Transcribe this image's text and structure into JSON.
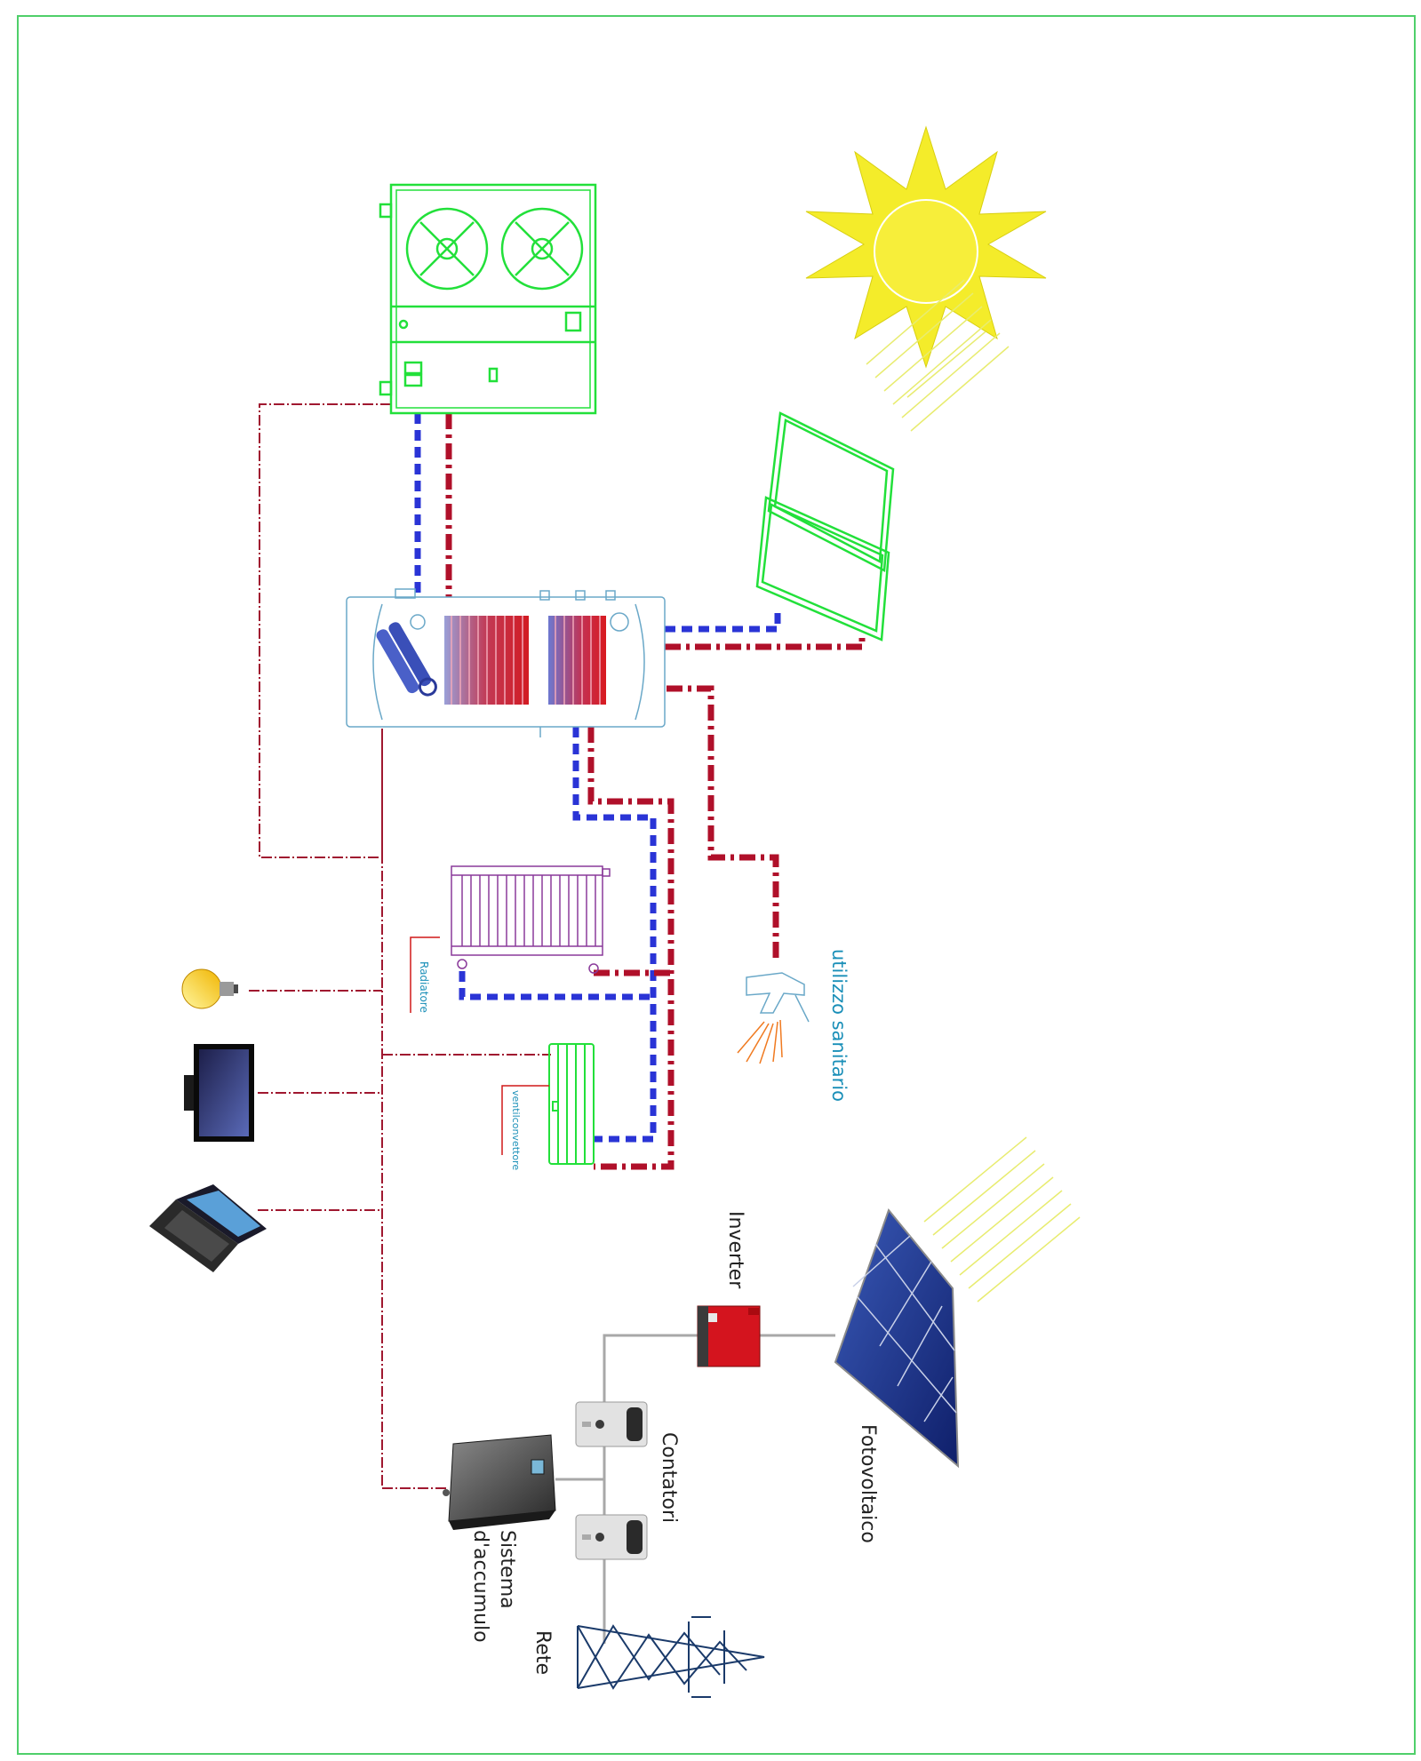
{
  "labels": {
    "utilizzo_sanitario": "utilizzo sanitario",
    "radiatore": "Radiatore",
    "ventilconvettore": "ventilconvettore",
    "inverter": "Inverter",
    "fotovoltaico": "Fotovoltaico",
    "contatori": "Contatori",
    "sistema_accumulo_line1": "Sistema",
    "sistema_accumulo_line2": "d'accumulo",
    "rete": "Rete"
  },
  "colors": {
    "frame": "#4fcf6a",
    "equipment_green": "#22e03a",
    "cold_pipe": "#2a34d6",
    "hot_pipe": "#b0102a",
    "electric_line": "#a01830",
    "tank_outline": "#6aa8c8",
    "label_blue": "#1a8fb8",
    "sun_yellow": "#f4ec2a",
    "grey_wire": "#a8a8a8"
  }
}
